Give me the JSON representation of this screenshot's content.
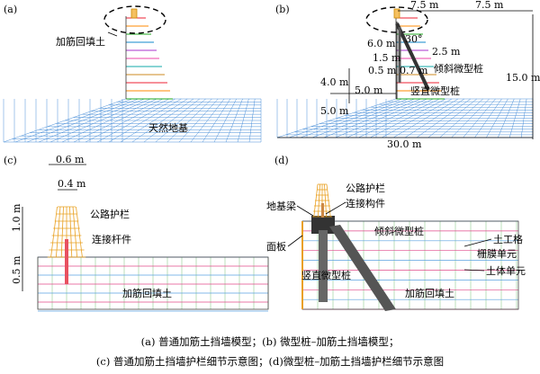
{
  "panels": {
    "a": {
      "tag": "(a)",
      "label_reinforced": "加筋回填土",
      "label_foundation": "天然地基"
    },
    "b": {
      "tag": "(b)",
      "dim_top_left": "7.5 m",
      "dim_top_right": "7.5 m",
      "dim_6": "6.0 m",
      "angle": "30°",
      "dim_2_5": "2.5 m",
      "dim_1_5": "1.5 m",
      "dim_0_5": "0.5 m",
      "dim_0_7": "0.7 m",
      "label_inclined": "倾斜微型桩",
      "dim_4": "4.0 m",
      "dim_5a": "5.0 m",
      "label_vertical": "竖直微型桩",
      "dim_15": "15.0 m",
      "dim_5b": "5.0 m",
      "dim_30": "30.0 m"
    },
    "c": {
      "tag": "(c)",
      "dim_0_6": "0.6 m",
      "dim_0_4": "0.4 m",
      "label_guardrail": "公路护栏",
      "dim_1_0": "1.0 m",
      "label_connector_rod": "连接杆件",
      "dim_0_5": "0.5 m",
      "label_fill": "加筋回填土"
    },
    "d": {
      "tag": "(d)",
      "label_guardrail": "公路护栏",
      "label_foundation_beam": "地基梁",
      "label_connector": "连接构件",
      "label_panel": "面板",
      "label_inclined": "倾斜微型桩",
      "label_geogrid1": "土工格",
      "label_geogrid2": "栅膜单元",
      "label_soil": "土体单元",
      "label_vertical": "竖直微型桩",
      "label_fill": "加筋回填土"
    }
  },
  "caption": {
    "line1": "(a)  普通加筋土挡墙模型；(b)  微型桩–加筋土挡墙模型；",
    "line2": "(c)  普通加筋土挡墙护栏细节示意图；(d)微型桩–加筋土挡墙护栏细节示意图"
  }
}
